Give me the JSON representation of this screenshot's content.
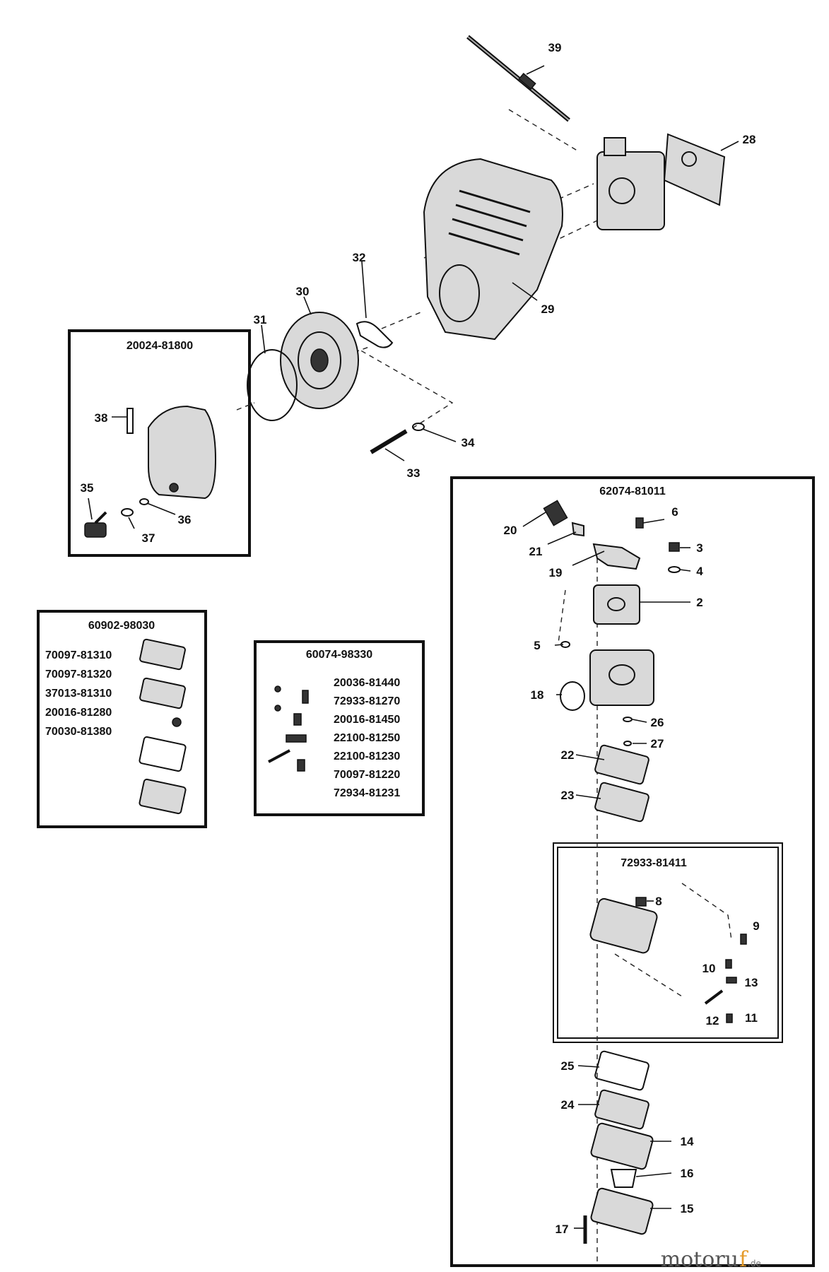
{
  "kits": {
    "starter_kit": "20024-81800",
    "carburetor": "62074-81011",
    "rebuild_kit": "60902-98030",
    "screw_kit": "60074-98330",
    "pump_body_kit": "72933-81411"
  },
  "kit_contents": {
    "rebuild_kit": [
      "70097-81310",
      "70097-81320",
      "37013-81310",
      "20016-81280",
      "70030-81380"
    ],
    "screw_kit": [
      "20036-81440",
      "72933-81270",
      "20016-81450",
      "22100-81250",
      "22100-81230",
      "70097-81220",
      "72934-81231"
    ]
  },
  "callouts": {
    "c2": "2",
    "c3": "3",
    "c4": "4",
    "c5": "5",
    "c6": "6",
    "c8": "8",
    "c9": "9",
    "c10": "10",
    "c11": "11",
    "c12": "12",
    "c13": "13",
    "c14": "14",
    "c15": "15",
    "c16": "16",
    "c17": "17",
    "c18": "18",
    "c19": "19",
    "c20": "20",
    "c21": "21",
    "c22": "22",
    "c23": "23",
    "c24": "24",
    "c25": "25",
    "c26": "26",
    "c27": "27",
    "c28": "28",
    "c29": "29",
    "c30": "30",
    "c31": "31",
    "c32": "32",
    "c33": "33",
    "c34": "34",
    "c35": "35",
    "c36": "36",
    "c37": "37",
    "c38": "38",
    "c39": "39"
  },
  "watermark": {
    "brand_a": "motoru",
    "brand_b": "f",
    "suffix": ".de"
  }
}
